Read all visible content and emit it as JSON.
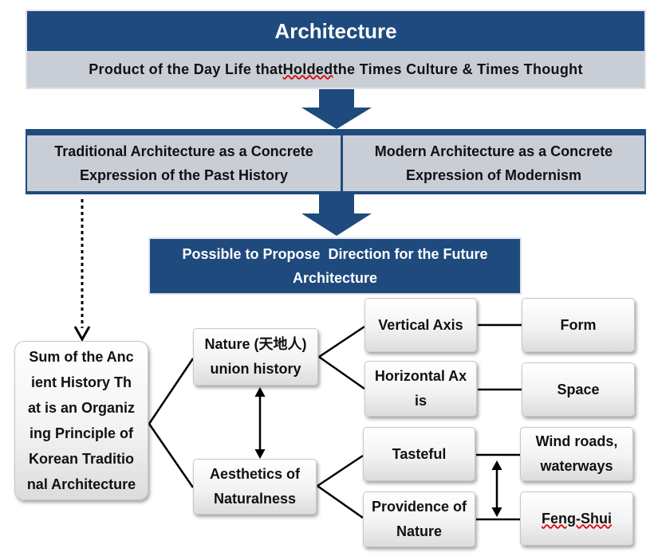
{
  "title": "Architecture",
  "subtitle_parts": [
    "Product of the Day Life that ",
    "Holded",
    " the Times Culture & Times Thought"
  ],
  "left_concept": [
    "Traditional Architecture as a Concrete",
    "Expression of the Past History"
  ],
  "right_concept": [
    "Modern Architecture as a Concrete",
    "Expression of Modernism"
  ],
  "future": [
    "Possible to Propose  Direction for the Future",
    "Architecture"
  ],
  "summary_node": [
    "Sum of the Anc",
    "ient History Th",
    "at is an Organiz",
    "ing Principle of",
    "Korean Traditio",
    "nal Architecture"
  ],
  "nature_node": [
    "Nature (天地人)",
    "union history"
  ],
  "aesthetics_node": [
    "Aesthetics of",
    "Naturalness"
  ],
  "vertical_axis": "Vertical Axis",
  "horizontal_axis": [
    "Horizontal Ax",
    "is"
  ],
  "tasteful": "Tasteful",
  "providence": [
    "Providence of",
    "Nature"
  ],
  "form": "Form",
  "space": "Space",
  "wind_roads": [
    "Wind roads,",
    "waterways"
  ],
  "feng_shui": "Feng-Shui",
  "colors": {
    "navy": "#1f4a7e",
    "grey": "#c9ced6"
  }
}
